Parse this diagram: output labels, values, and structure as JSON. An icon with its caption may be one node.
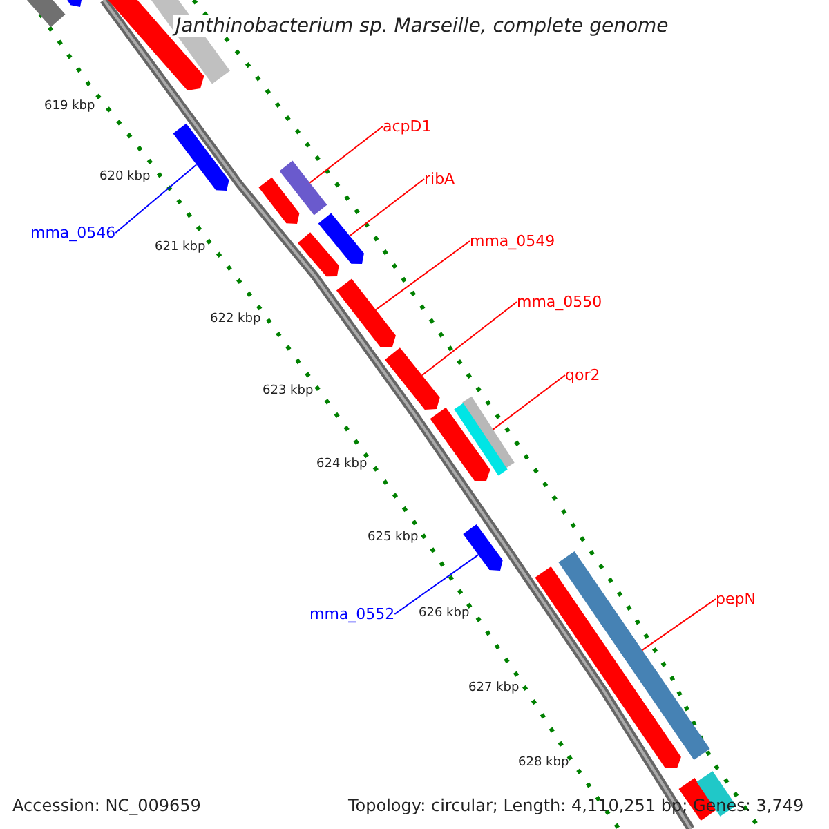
{
  "diagram": {
    "title": "Janthinobacterium sp. Marseille, complete genome",
    "nodes": [
      {
        "text": [
          "acpD1"
        ]
      },
      {
        "text": [],
        "shape": "bar"
      },
      {
        "text": [
          "ribA"
        ]
      },
      {
        "text": [],
        "shape": "bar"
      },
      {
        "text": [
          "mma_0546"
        ]
      },
      {
        "text": [],
        "shape": "bar"
      },
      {
        "text": [
          "mma_0549"
        ]
      },
      {
        "text": [],
        "shape": "bar"
      },
      {
        "text": [
          "mma_0550"
        ]
      },
      {
        "text": [],
        "shape": "bar"
      },
      {
        "text": [
          "qor2"
        ]
      },
      {
        "text": [],
        "shape": "bar"
      },
      {
        "text": [
          "pepN"
        ]
      },
      {
        "text": [],
        "shape": "bar"
      },
      {
        "text": [
          "mma_0552"
        ]
      },
      {
        "text": [],
        "shape": "bar"
      },
      {
        "text": [],
        "shape": "bar"
      },
      {
        "text": [],
        "shape": "bar"
      },
      {
        "text": [],
        "shape": "bar"
      },
      {
        "text": [],
        "shape": "bar"
      },
      {
        "text": [],
        "shape": "bar"
      },
      {
        "text": [],
        "shape": "bar"
      },
      {
        "text": [],
        "shape": "bar"
      },
      {
        "text": [],
        "shape": "bar"
      },
      {
        "text": [],
        "shape": "bar"
      },
      {
        "text": [],
        "shape": "bar"
      },
      {
        "text": [],
        "shape": "bar"
      }
    ],
    "edges": [
      {
        "from": 0,
        "to": 1,
        "arrow": "none"
      },
      {
        "from": 2,
        "to": 3,
        "arrow": "none"
      },
      {
        "from": 4,
        "to": 5,
        "arrow": "none",
        "color": "#0000ff"
      },
      {
        "from": 6,
        "to": 7,
        "arrow": "none"
      },
      {
        "from": 8,
        "to": 9,
        "arrow": "none"
      },
      {
        "from": 10,
        "to": 11,
        "arrow": "none"
      },
      {
        "from": 12,
        "to": 13,
        "arrow": "none"
      },
      {
        "from": 14,
        "to": 15,
        "arrow": "none",
        "color": "#0000ff"
      }
    ],
    "labels": [
      "619 kbp",
      "620 kbp",
      "621 kbp",
      "622 kbp",
      "623 kbp",
      "624 kbp",
      "625 kbp",
      "626 kbp",
      "627 kbp",
      "628 kbp",
      "Accession: NC_009659",
      "Topology: circular; Length: 4,110,251 bp; Genes: 3,749"
    ]
  }
}
